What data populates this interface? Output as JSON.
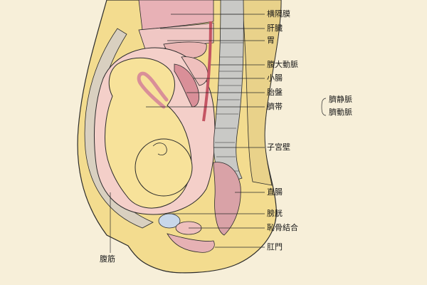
{
  "diagram": {
    "labels": {
      "diaphragm": "横隔膜",
      "liver": "肝臓",
      "stomach": "胃",
      "aorta": "腹大動脈",
      "small_intestine": "小腸",
      "placenta": "胎盤",
      "umbilical_cord": "臍帯",
      "umbilical_vein": "臍静脈",
      "umbilical_artery": "臍動脈",
      "uterine_wall": "子宮壁",
      "rectum": "直腸",
      "bladder": "膀胱",
      "pubic_symphysis": "恥骨結合",
      "anus": "肛門",
      "abdominal_muscle": "腹筋"
    }
  },
  "colors": {
    "background": "#f7efd9",
    "skin": "#f3dc8f",
    "fetus": "#f7e29a",
    "organ_pink": "#e8b1b6",
    "uterus_wall": "#f4cfc9",
    "spine": "#c9c9c6",
    "line": "#2b2b2b"
  }
}
